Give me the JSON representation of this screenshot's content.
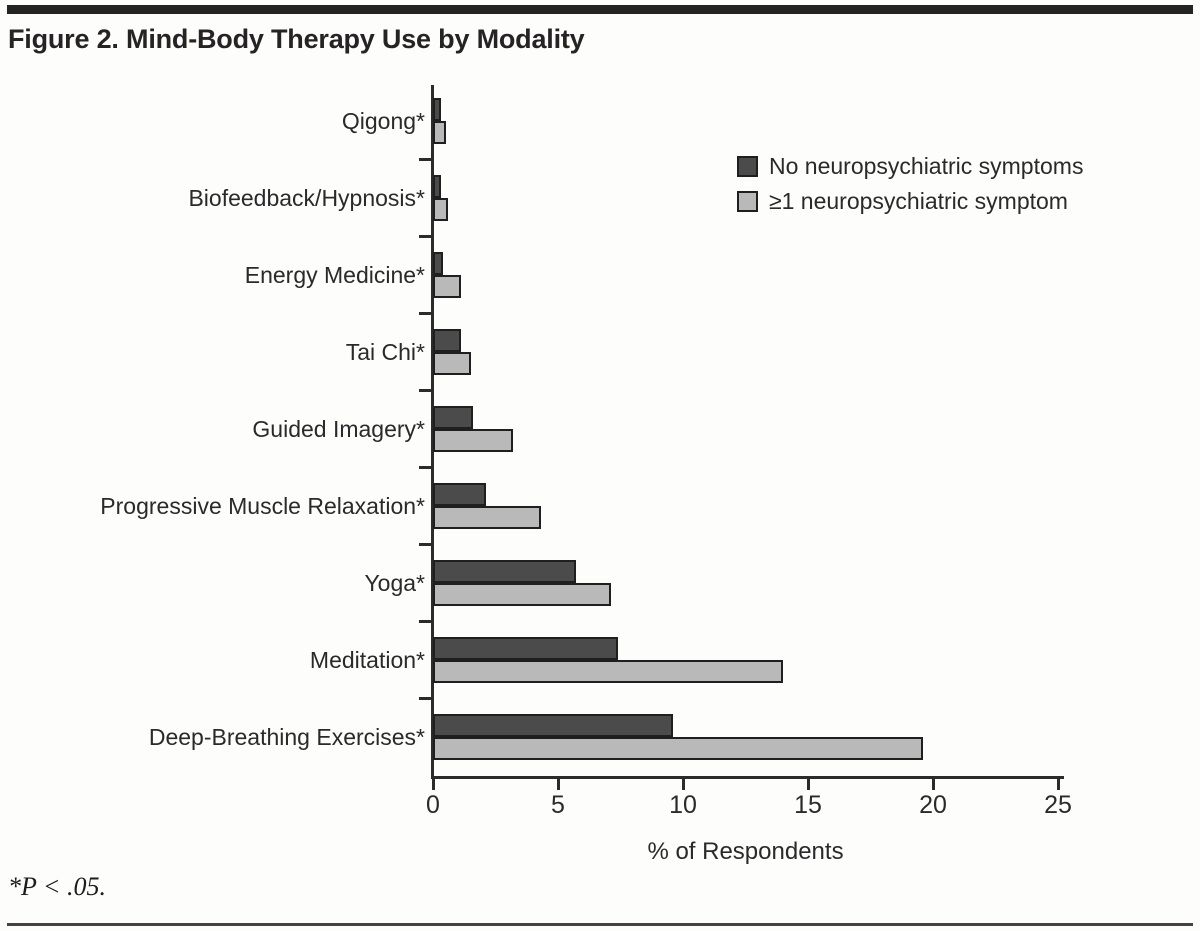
{
  "figure": {
    "title": "Figure 2. Mind-Body Therapy Use by Modality",
    "footnote": "*P < .05."
  },
  "chart_data": {
    "type": "bar",
    "orientation": "horizontal",
    "title": "Figure 2. Mind-Body Therapy Use by Modality",
    "xlabel": "% of Respondents",
    "xlim": [
      0,
      25
    ],
    "xticks": [
      0,
      5,
      10,
      15,
      20,
      25
    ],
    "grid": false,
    "legend_position": "upper-right",
    "bar_border_color": "#1f1f1f",
    "categories": [
      "Qigong*",
      "Biofeedback/Hypnosis*",
      "Energy Medicine*",
      "Tai Chi*",
      "Guided Imagery*",
      "Progressive Muscle Relaxation*",
      "Yoga*",
      "Meditation*",
      "Deep-Breathing Exercises*"
    ],
    "series": [
      {
        "name": "No neuropsychiatric symptoms",
        "color": "#4b4b4b",
        "values": [
          0.3,
          0.3,
          0.4,
          1.1,
          1.6,
          2.1,
          5.7,
          7.4,
          9.6
        ]
      },
      {
        "name": "≥1 neuropsychiatric symptom",
        "color": "#b9b9b9",
        "values": [
          0.5,
          0.6,
          1.1,
          1.5,
          3.2,
          4.3,
          7.1,
          14.0,
          19.6
        ]
      }
    ],
    "footnote": "*P < .05."
  }
}
